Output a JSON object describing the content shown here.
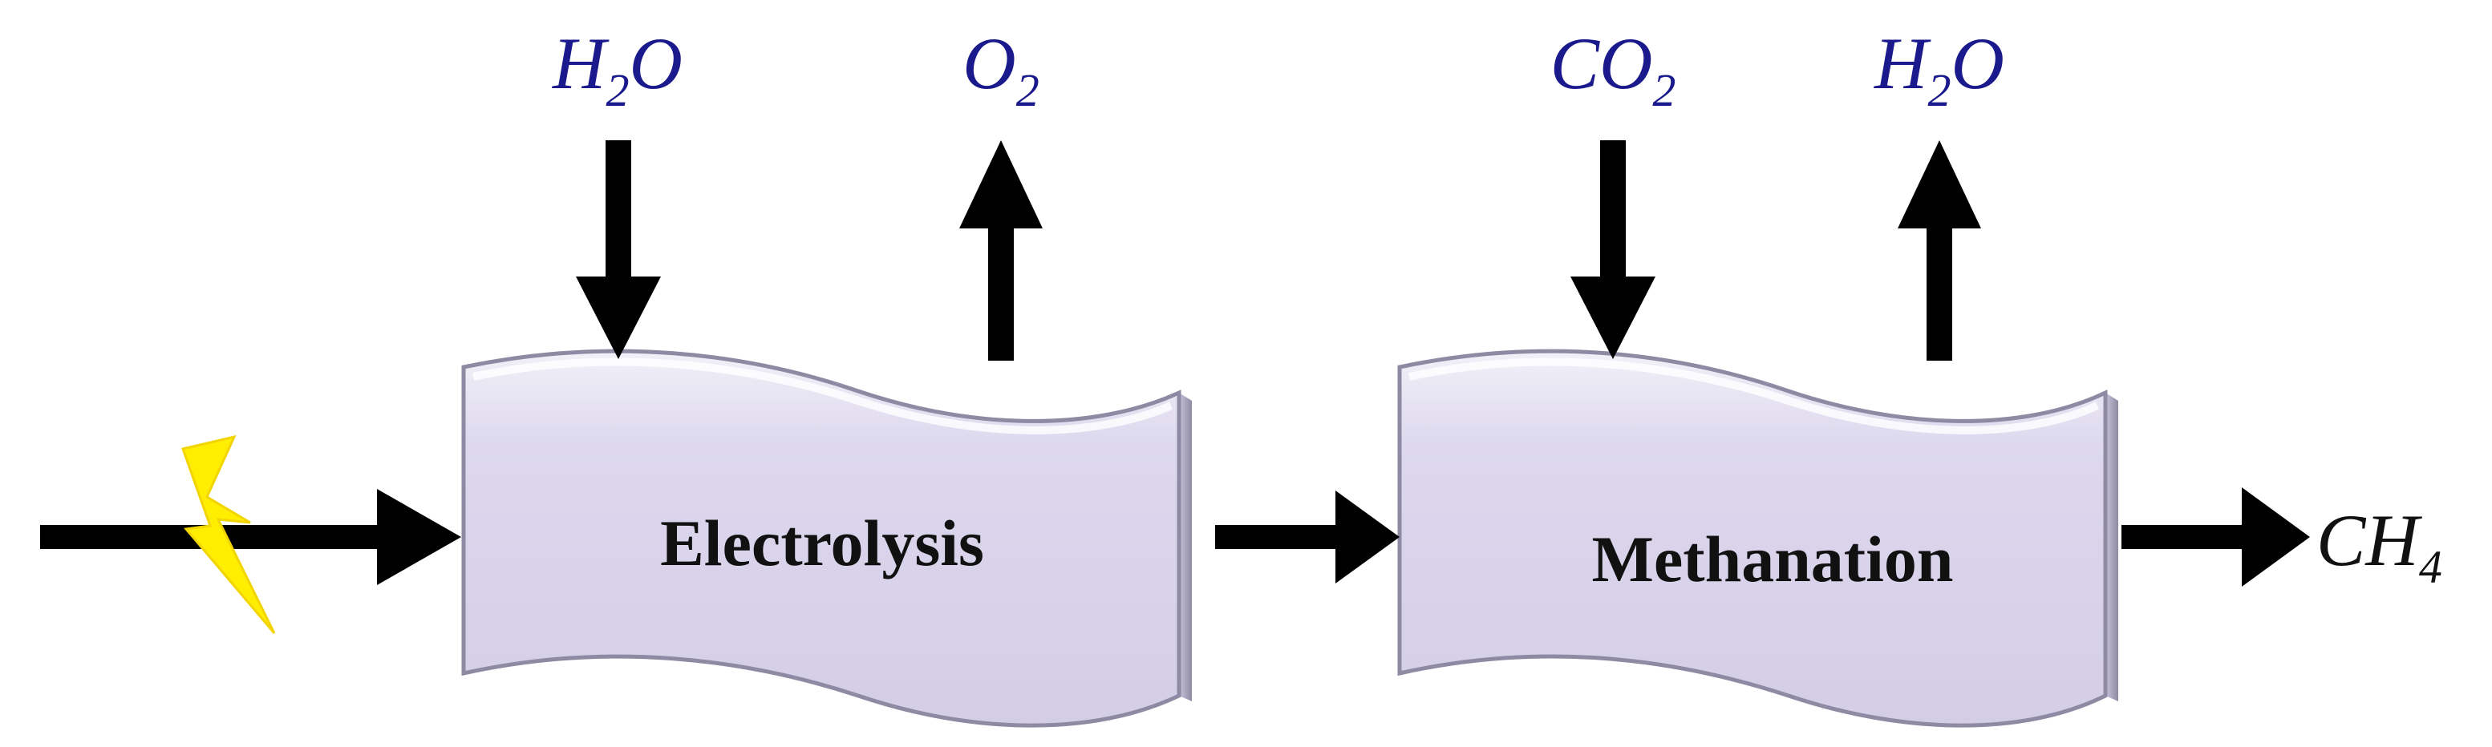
{
  "diagram": {
    "processes": [
      {
        "id": "electrolysis",
        "label": "Electrolysis"
      },
      {
        "id": "methanation",
        "label": "Methanation"
      }
    ],
    "electrolysis_inputs": [
      {
        "base": "H",
        "sub": "2",
        "rest": "O"
      }
    ],
    "electrolysis_outputs": [
      {
        "base": "O",
        "sub": "2",
        "rest": ""
      }
    ],
    "methanation_inputs": [
      {
        "base": "CO",
        "sub": "2",
        "rest": ""
      }
    ],
    "methanation_outputs": [
      {
        "base": "H",
        "sub": "2",
        "rest": "O"
      }
    ],
    "final_product": {
      "base": "CH",
      "sub": "4",
      "rest": ""
    },
    "energy_input_icon": "lightning-bolt-icon"
  },
  "colors": {
    "box_fill": "#ddd8ee",
    "box_edge": "#8f8aa3",
    "arrow": "#000000",
    "chem_top": "#1a1a8c",
    "bolt": "#ffee00"
  }
}
